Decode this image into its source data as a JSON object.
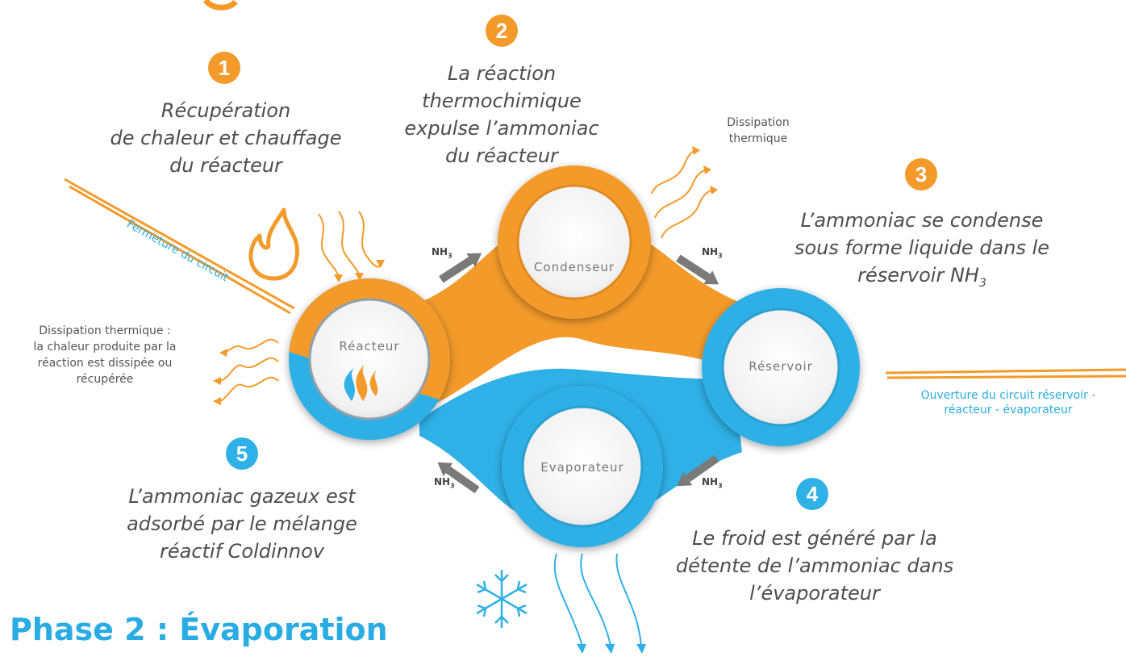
{
  "colors": {
    "orange": "#f39a2b",
    "blue": "#2fb0e6",
    "arrow_gray": "#7a7a7a",
    "text": "#4d4d4d"
  },
  "phase_title": "Phase 2 : Évaporation",
  "nodes": {
    "reacteur": "Réacteur",
    "condenseur": "Condenseur",
    "reservoir": "Réservoir",
    "evaporateur": "Evaporateur"
  },
  "nh3": {
    "label": "NH",
    "sub": "3"
  },
  "steps": [
    {
      "number": "1",
      "lines": [
        "Récupération",
        "de chaleur et chauffage",
        "du réacteur"
      ]
    },
    {
      "number": "2",
      "lines": [
        "La réaction",
        "thermochimique",
        "expulse l’ammoniac",
        "du réacteur"
      ]
    },
    {
      "number": "3",
      "lines": [
        "L’ammoniac se condense",
        "sous forme liquide dans le"
      ],
      "last_line": "réservoir NH",
      "last_sub": "3"
    },
    {
      "number": "4",
      "lines": [
        "Le froid est généré par la",
        "détente de l’ammoniac dans",
        "l’évaporateur"
      ]
    },
    {
      "number": "5",
      "lines": [
        "L’ammoniac gazeux est",
        "adsorbé par le mélange",
        "réactif Coldinnov"
      ]
    }
  ],
  "notes": {
    "dissipation_top": [
      "Dissipation",
      "thermique"
    ],
    "dissipation_left": [
      "Dissipation thermique :",
      "la chaleur produite par la",
      "réaction est dissipée ou",
      "récupérée"
    ],
    "fermeture": "Fermeture du circuit",
    "ouverture": [
      "Ouverture du circuit réservoir -",
      "réacteur - évaporateur"
    ]
  },
  "icons": [
    "flame-icon",
    "heat-logo-icon",
    "snowflake-icon",
    "heat-wave-icon",
    "cold-flow-icon"
  ]
}
